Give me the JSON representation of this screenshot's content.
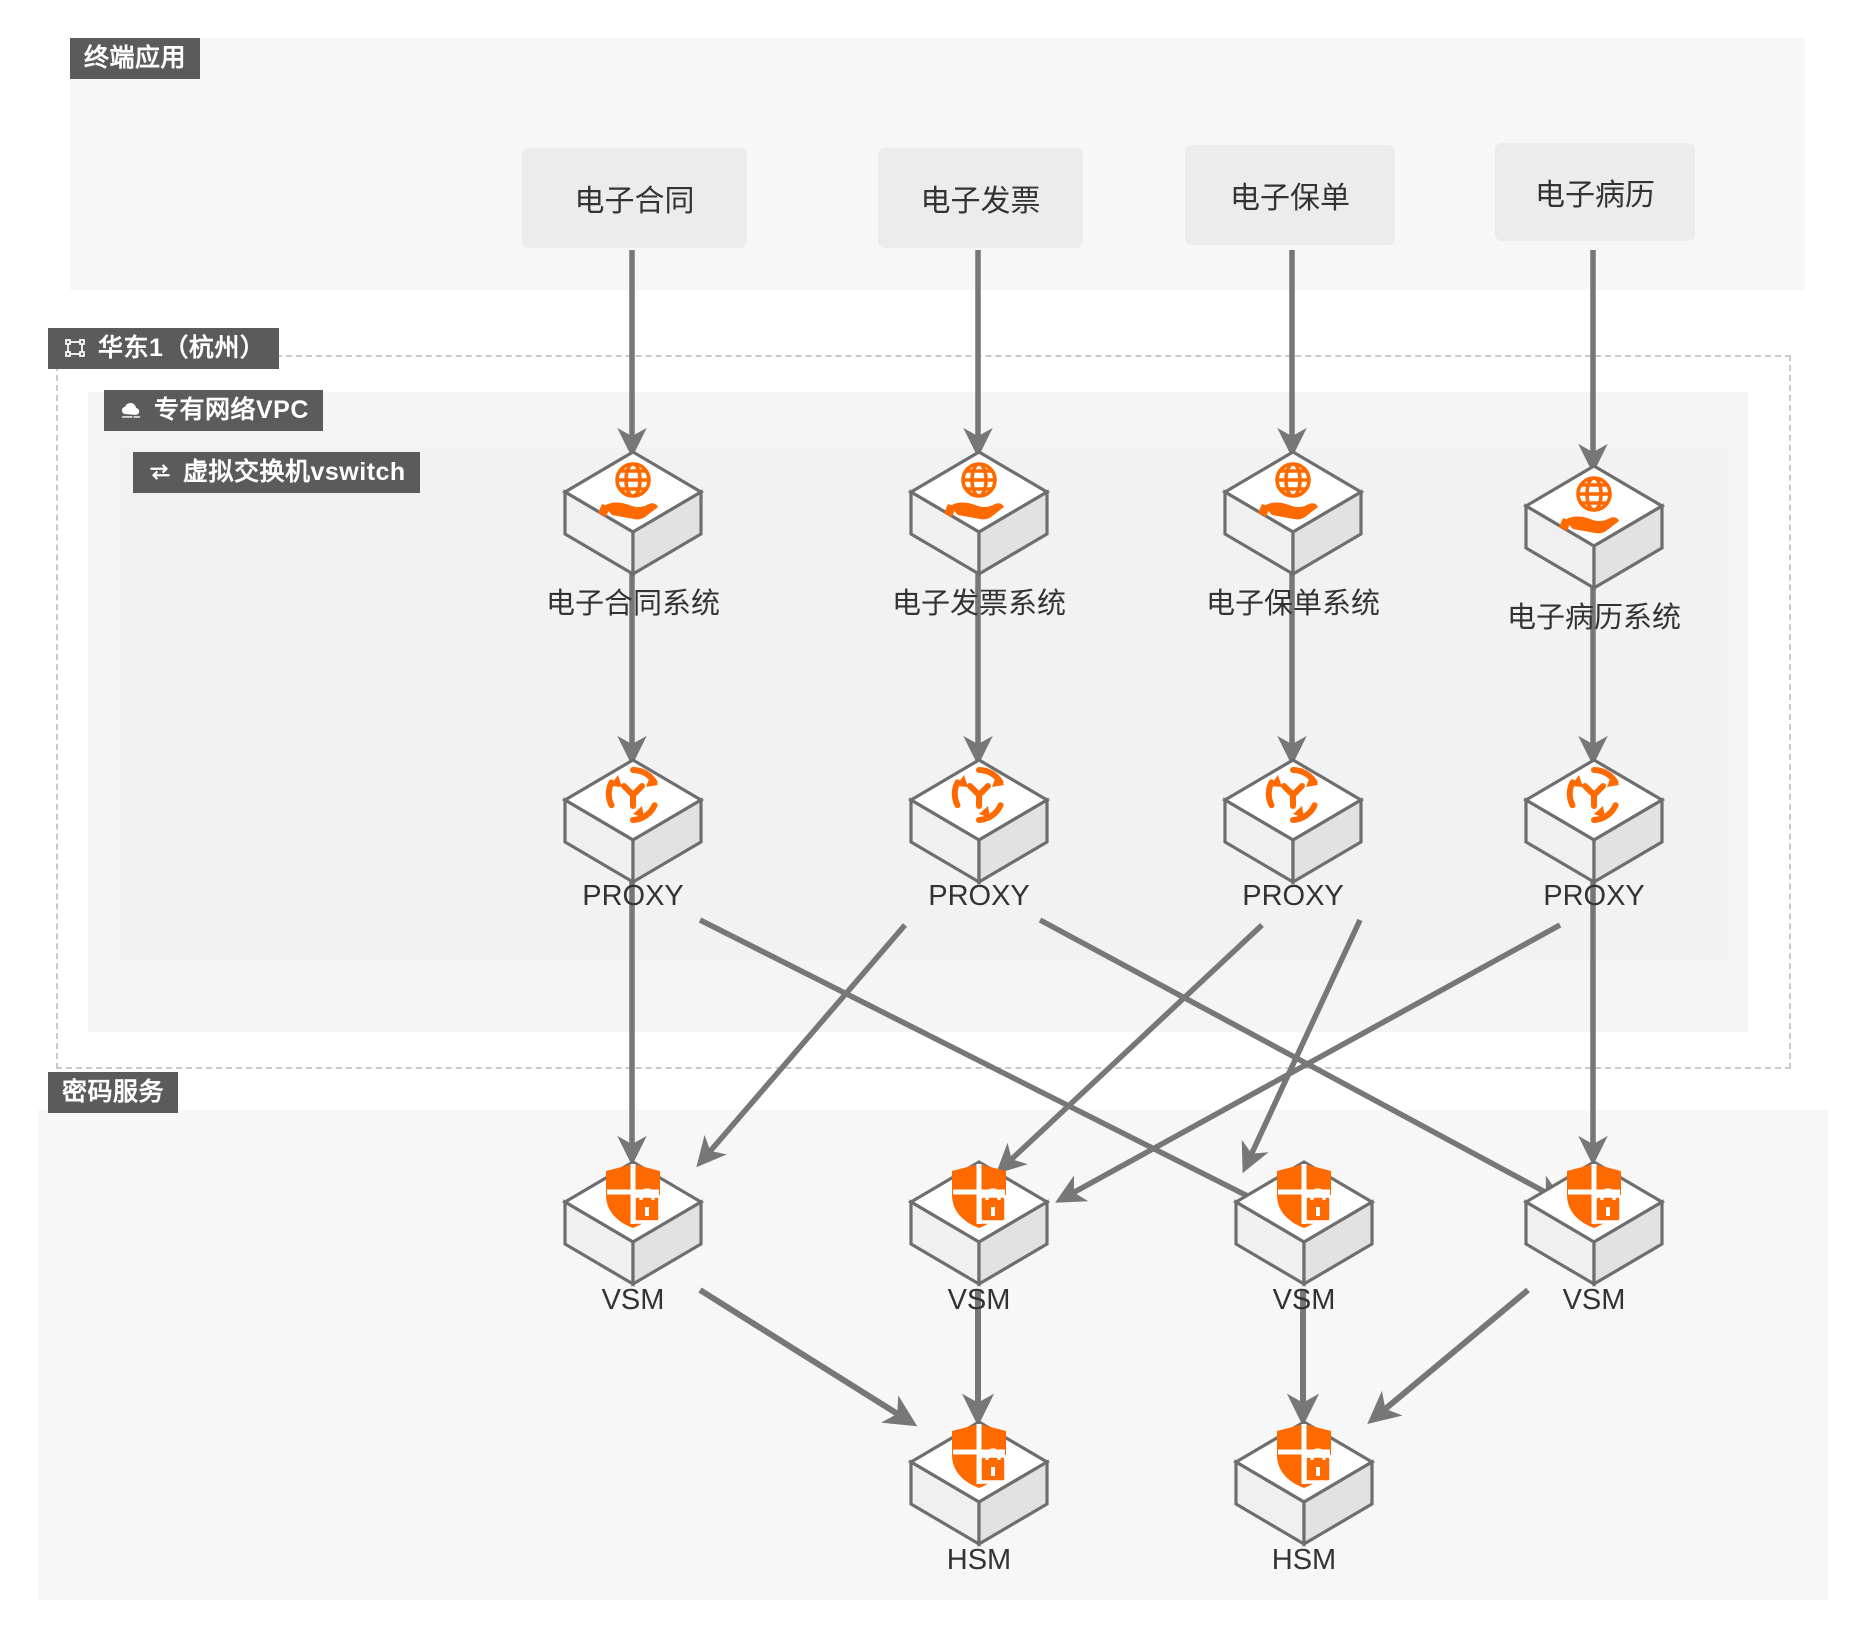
{
  "diagram": {
    "title": "电子签名与加密服务架构图",
    "colors": {
      "accent_orange": "#ff6a00",
      "tag_background": "#5b5b5b",
      "edge_gray": "#777777",
      "panel_gray": "#f5f5f5",
      "cube_outline": "#6e6e6e"
    }
  },
  "sections": [
    {
      "id": "terminal-app",
      "label": "终端应用",
      "icon": "none"
    },
    {
      "id": "region",
      "label": "华东1（杭州）",
      "icon": "region-icon"
    },
    {
      "id": "vpc",
      "label": "专有网络VPC",
      "icon": "cloud-icon"
    },
    {
      "id": "vswitch",
      "label": "虚拟交换机vswitch",
      "icon": "swap-icon"
    },
    {
      "id": "crypto",
      "label": "密码服务",
      "icon": "none"
    }
  ],
  "apps": [
    {
      "id": "app-contract",
      "label": "电子合同"
    },
    {
      "id": "app-invoice",
      "label": "电子发票"
    },
    {
      "id": "app-policy",
      "label": "电子保单"
    },
    {
      "id": "app-record",
      "label": "电子病历"
    }
  ],
  "systems": [
    {
      "id": "sys-contract",
      "label": "电子合同系统",
      "icon": "globe-hand-icon"
    },
    {
      "id": "sys-invoice",
      "label": "电子发票系统",
      "icon": "globe-hand-icon"
    },
    {
      "id": "sys-policy",
      "label": "电子保单系统",
      "icon": "globe-hand-icon"
    },
    {
      "id": "sys-record",
      "label": "电子病历系统",
      "icon": "globe-hand-icon"
    }
  ],
  "proxies": [
    {
      "id": "proxy-1",
      "label": "PROXY",
      "icon": "proxy-cycle-icon"
    },
    {
      "id": "proxy-2",
      "label": "PROXY",
      "icon": "proxy-cycle-icon"
    },
    {
      "id": "proxy-3",
      "label": "PROXY",
      "icon": "proxy-cycle-icon"
    },
    {
      "id": "proxy-4",
      "label": "PROXY",
      "icon": "proxy-cycle-icon"
    }
  ],
  "vsms": [
    {
      "id": "vsm-1",
      "label": "VSM",
      "icon": "shield-lock-icon"
    },
    {
      "id": "vsm-2",
      "label": "VSM",
      "icon": "shield-lock-icon"
    },
    {
      "id": "vsm-3",
      "label": "VSM",
      "icon": "shield-lock-icon"
    },
    {
      "id": "vsm-4",
      "label": "VSM",
      "icon": "shield-lock-icon"
    }
  ],
  "hsms": [
    {
      "id": "hsm-1",
      "label": "HSM",
      "icon": "shield-lock-icon"
    },
    {
      "id": "hsm-2",
      "label": "HSM",
      "icon": "shield-lock-icon"
    }
  ],
  "edges": [
    {
      "from": "app-contract",
      "to": "sys-contract"
    },
    {
      "from": "app-invoice",
      "to": "sys-invoice"
    },
    {
      "from": "app-policy",
      "to": "sys-policy"
    },
    {
      "from": "app-record",
      "to": "sys-record"
    },
    {
      "from": "sys-contract",
      "to": "proxy-1"
    },
    {
      "from": "sys-invoice",
      "to": "proxy-2"
    },
    {
      "from": "sys-policy",
      "to": "proxy-3"
    },
    {
      "from": "sys-record",
      "to": "proxy-4"
    },
    {
      "from": "proxy-1",
      "to": "vsm-1"
    },
    {
      "from": "proxy-1",
      "to": "vsm-3"
    },
    {
      "from": "proxy-2",
      "to": "vsm-1"
    },
    {
      "from": "proxy-2",
      "to": "vsm-4"
    },
    {
      "from": "proxy-3",
      "to": "vsm-2"
    },
    {
      "from": "proxy-4",
      "to": "vsm-2"
    },
    {
      "from": "proxy-4",
      "to": "vsm-3"
    },
    {
      "from": "proxy-4",
      "to": "vsm-4"
    },
    {
      "from": "vsm-1",
      "to": "hsm-1"
    },
    {
      "from": "vsm-2",
      "to": "hsm-1"
    },
    {
      "from": "vsm-3",
      "to": "hsm-2"
    },
    {
      "from": "vsm-4",
      "to": "hsm-2"
    }
  ]
}
